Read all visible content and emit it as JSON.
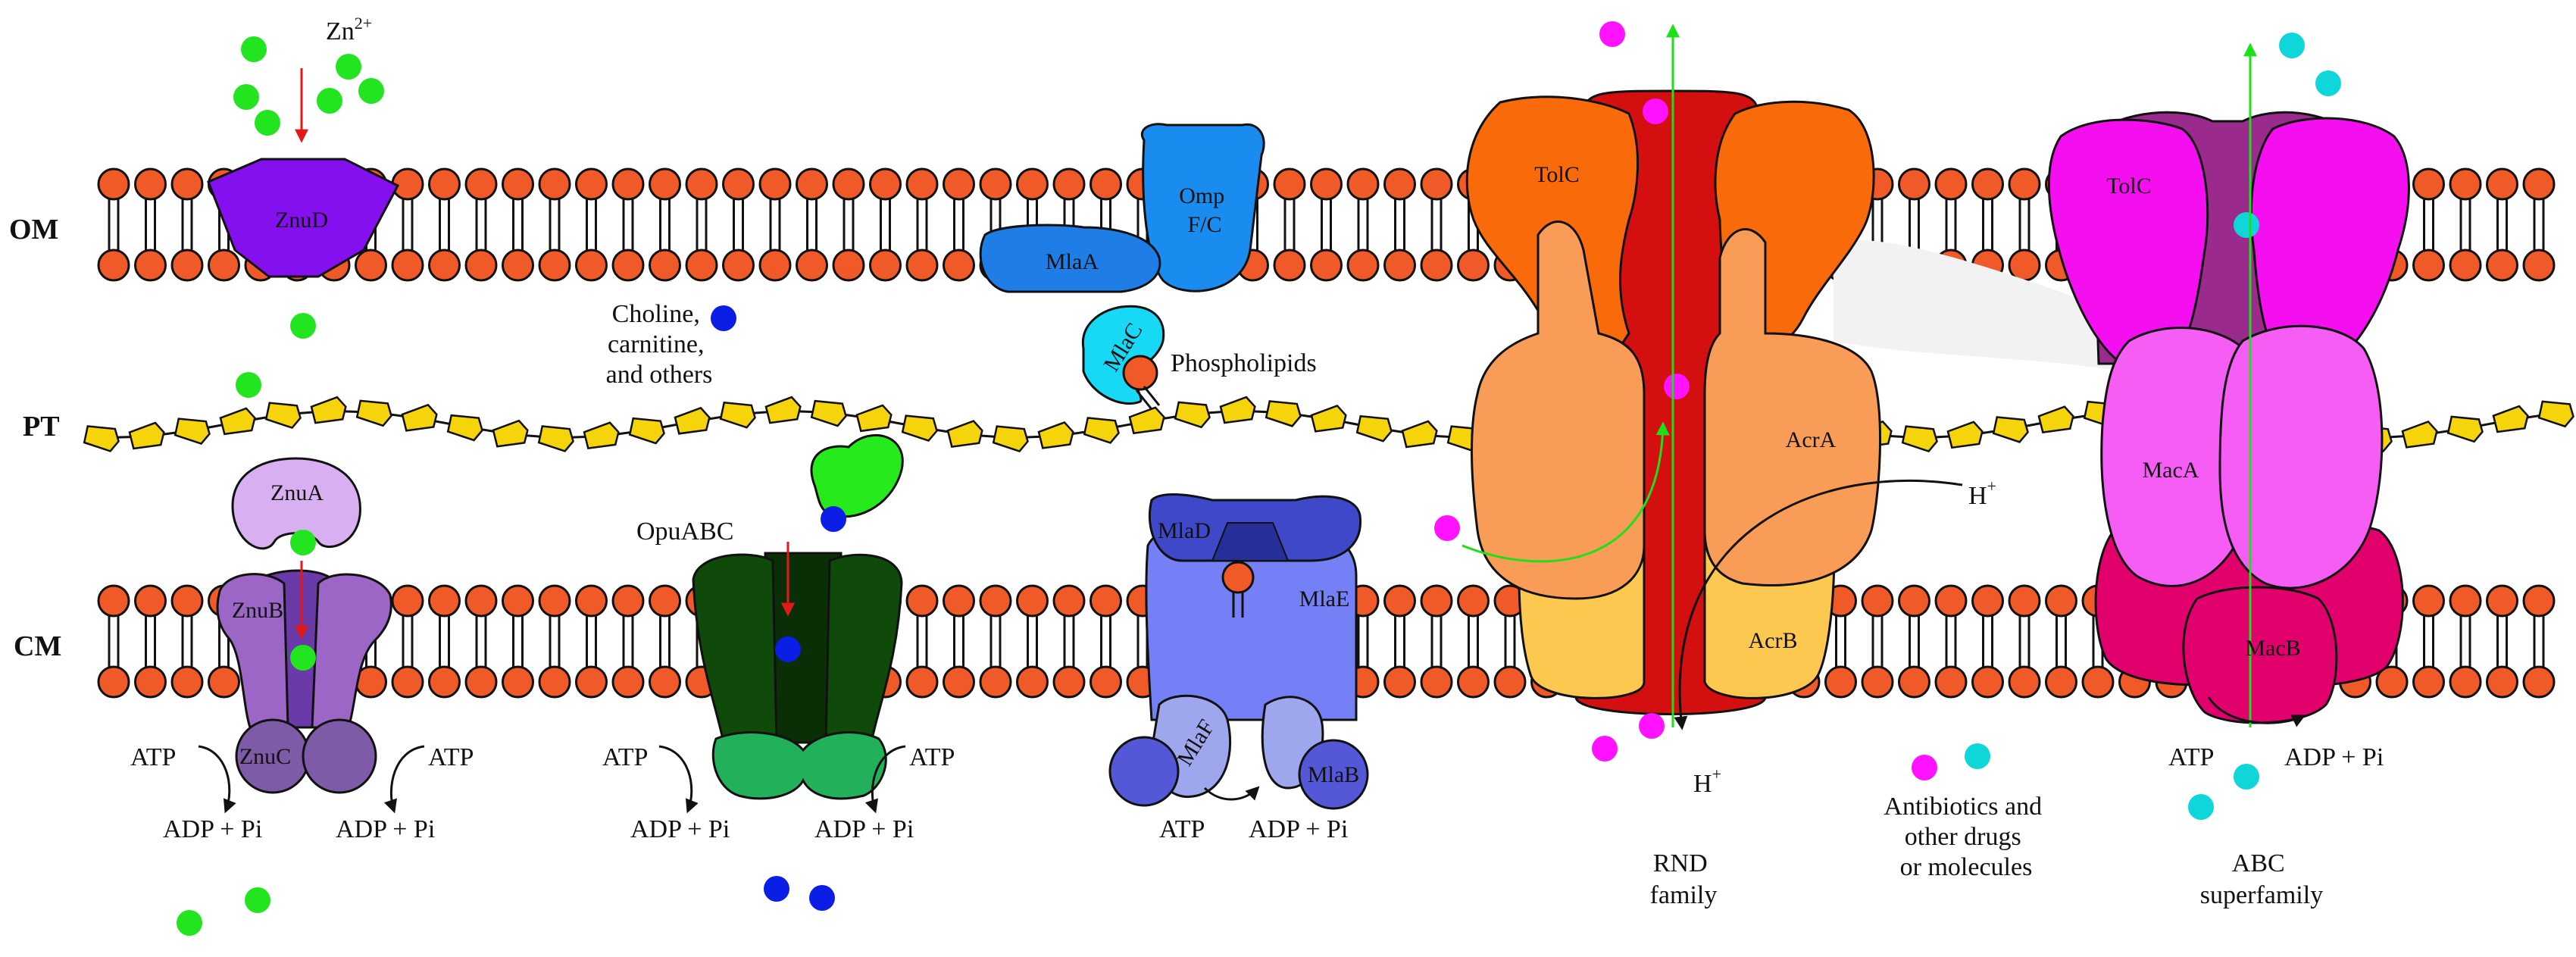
{
  "layers": {
    "om": "OM",
    "pt": "PT",
    "cm": "CM"
  },
  "zinc": {
    "ion_base": "Zn",
    "ion_sup": "2+",
    "znuD": "ZnuD",
    "znuA": "ZnuA",
    "znuB": "ZnuB",
    "znuC": "ZnuC",
    "atp": "ATP",
    "adp": "ADP + Pi"
  },
  "opu": {
    "substrate_lines": [
      "Choline,",
      "carnitine,",
      "and others"
    ],
    "name": "OpuABC",
    "atp": "ATP",
    "adp": "ADP + Pi"
  },
  "mla": {
    "mlaA": "MlaA",
    "omp_lines": [
      "Omp",
      "F/C"
    ],
    "mlaC": "MlaC",
    "phospholipids": "Phospholipids",
    "mlaD": "MlaD",
    "mlaE": "MlaE",
    "mlaF": "MlaF",
    "mlaB": "MlaB",
    "atp": "ATP",
    "adp": "ADP + Pi"
  },
  "rnd": {
    "tolC": "TolC",
    "acrA": "AcrA",
    "acrB": "AcrB",
    "proton_base": "H",
    "proton_sup": "+",
    "family_lines": [
      "RND",
      "family"
    ]
  },
  "drugs": {
    "lines": [
      "Antibiotics and",
      "other drugs",
      "or molecules"
    ]
  },
  "abc": {
    "tolC": "TolC",
    "macA": "MacA",
    "macB": "MacB",
    "atp": "ATP",
    "adp": "ADP + Pi",
    "family_lines": [
      "ABC",
      "superfamily"
    ]
  },
  "colors": {
    "lipid_head": "#f05a28",
    "peptidoglycan": "#f6d40c",
    "zinc": "#22e41f",
    "choline": "#0a1ee6",
    "drug_magenta": "#ff12ff",
    "drug_cyan": "#0fd6d8",
    "znuD": "#8410ef",
    "znuA": "#d8b0f2",
    "znuB": "#9b66c6",
    "znuC": "#7e5ba6",
    "opu": "#0f4a0a",
    "opu_nbd": "#22b05a",
    "opu_binding": "#27ea1c",
    "mlaA": "#1e7ee6",
    "omp": "#1a8cf0",
    "mlaC": "#17d8f5",
    "mlaD": "#3e48c8",
    "mlaE": "#7680f6",
    "mlaF": "#9ea6ee",
    "mlaB": "#5558d6",
    "tolC_rnd": "#f96a0a",
    "rnd_channel": "#d30f0f",
    "acrA": "#f99c58",
    "acrB": "#fdc84f",
    "tolC_abc": "#f50ef0",
    "abc_channel": "#9a2a8c",
    "macA": "#f55df5",
    "macB": "#e2006c"
  }
}
